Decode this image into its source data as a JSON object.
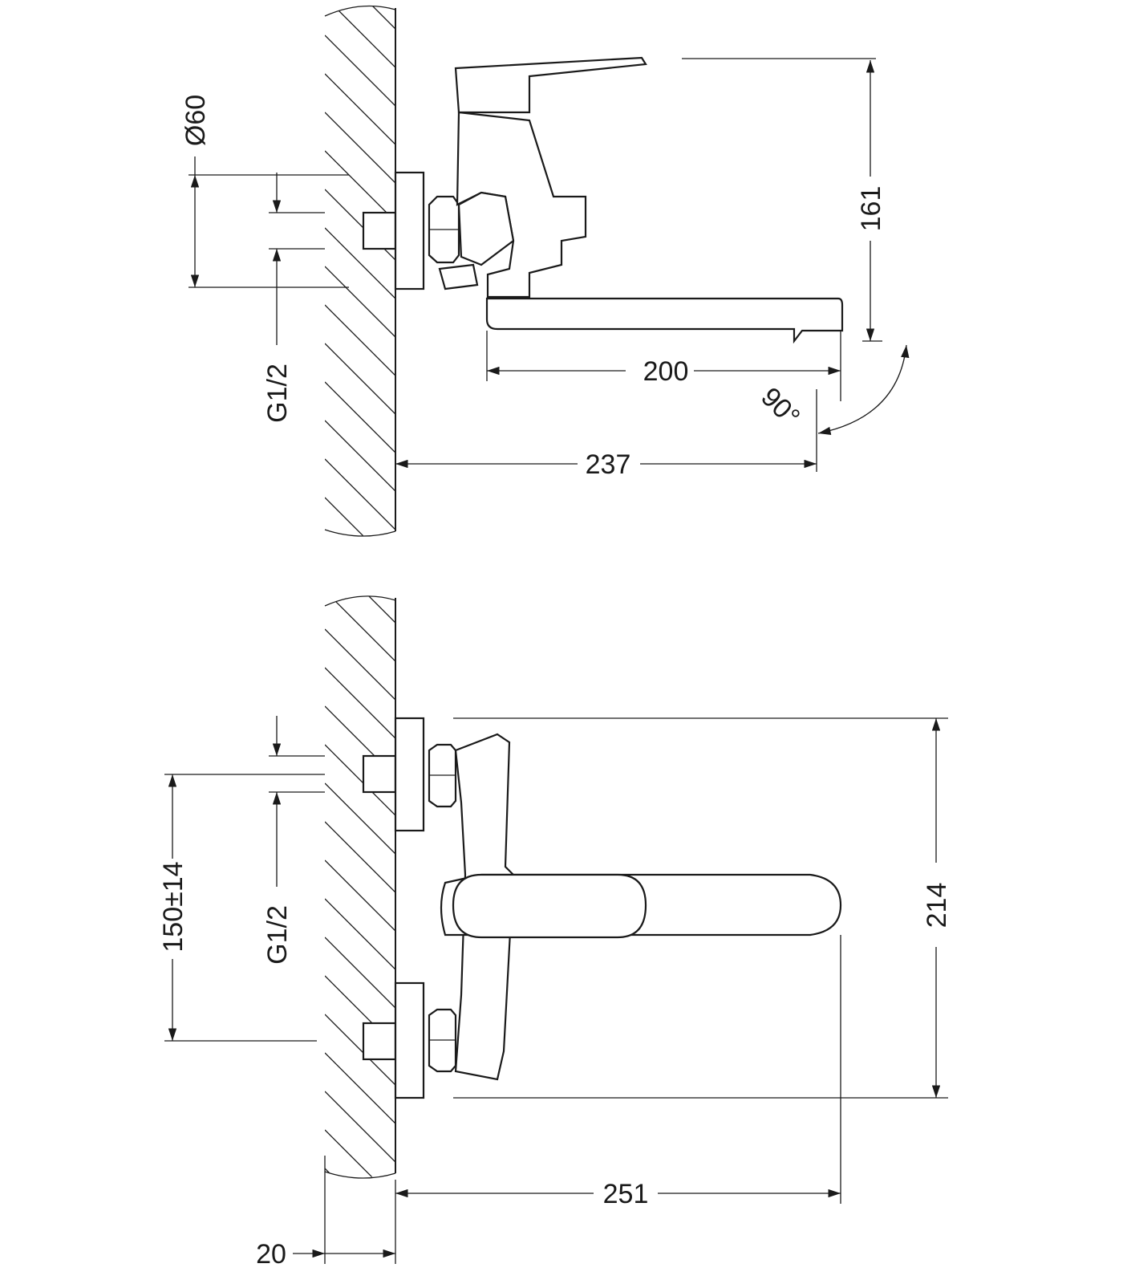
{
  "top_view": {
    "flange_diameter": "Ø60",
    "thread": "G1/2",
    "height": "161",
    "spout_length": "200",
    "swivel_angle": "90°",
    "projection": "237"
  },
  "bottom_view": {
    "centers": "150±14",
    "thread": "G1/2",
    "height": "214",
    "projection": "251",
    "wall_offset": "20"
  }
}
